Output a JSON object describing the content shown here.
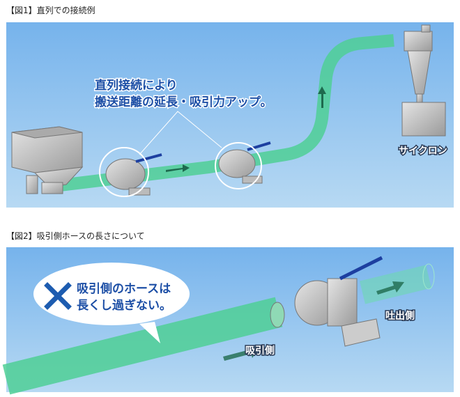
{
  "figure1": {
    "caption": "【図1】直列での接続例",
    "callout_line1": "直列接続により",
    "callout_line2": "搬送距離の延長・吸引力アップ。",
    "cyclone_label": "サイクロン"
  },
  "figure2": {
    "caption": "【図2】吸引側ホースの長さについて",
    "bubble_line1": "吸引側のホースは",
    "bubble_line2": "長くし過ぎない。",
    "discharge_label": "吐出側",
    "suction_label": "吸引側",
    "icon": "x-mark-icon"
  },
  "colors": {
    "background": "#8ec2ef",
    "pipe": "#4fcf95",
    "accent": "#1d4fa6",
    "arrow": "#1e6a4e"
  }
}
